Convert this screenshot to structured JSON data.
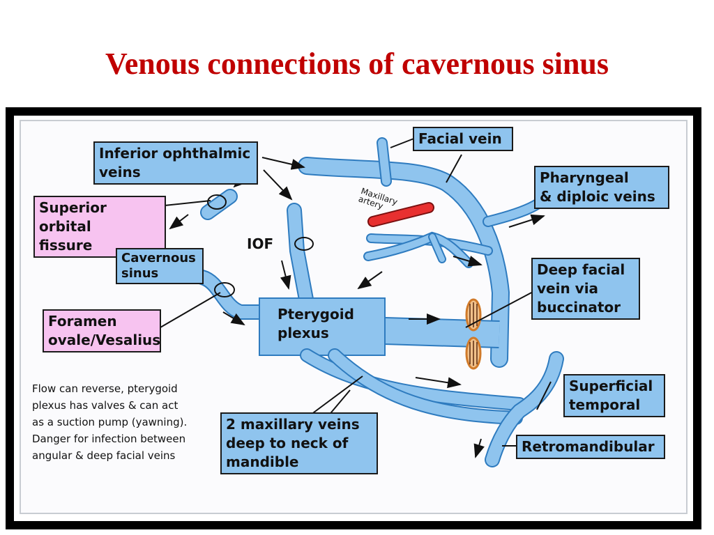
{
  "title": "Venous connections of cavernous sinus",
  "labels": {
    "inferior_ophthalmic": "Inferior ophthalmic\nveins",
    "superior_orbital_fissure": "Superior orbital\nfissure",
    "cavernous_sinus": "Cavernous\nsinus",
    "foramen_ovale": "Foramen\novale/Vesalius",
    "facial_vein": "Facial vein",
    "pharyngeal_diploic": "Pharyngeal\n& diploic veins",
    "deep_facial": "Deep facial\nvein via\nbuccinator",
    "pterygoid_plexus": "Pterygoid\nplexus",
    "superficial_temporal": "Superficial\ntemporal",
    "maxillary_veins": "2 maxillary veins\ndeep to neck of\nmandible",
    "retromandibular": "Retromandibular",
    "iof": "IOF",
    "maxillary_artery": "Maxillary\nartery"
  },
  "note": "Flow can reverse, pterygoid\nplexus has valves & can act\nas a suction pump (yawning).\nDanger for infection between\nangular & deep facial veins",
  "colors": {
    "title": "#c00000",
    "vein": "#8fc4ee",
    "vein_outline": "#2e7bbf",
    "artery": "#e83030",
    "label_blue": "#8fc4ee",
    "label_pink": "#f7c3f0",
    "muscle": "#d07a2a"
  }
}
